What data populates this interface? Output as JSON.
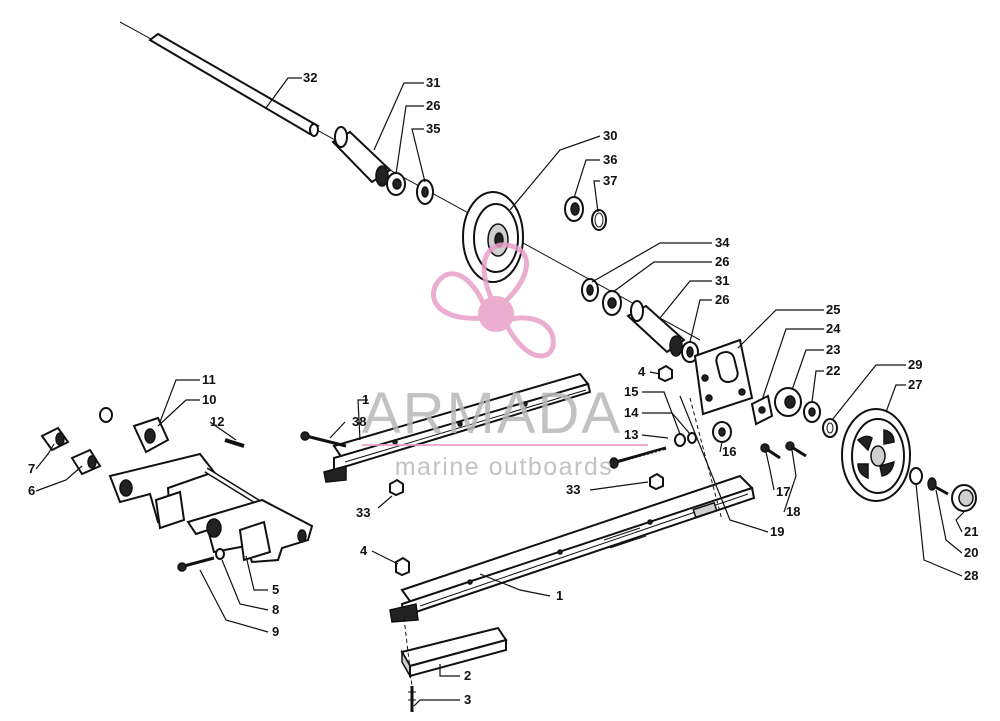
{
  "watermark": {
    "brand": "ARMADA",
    "tagline": "marine outboards",
    "colors": {
      "propeller": "#e8a0c8",
      "text": "#b8b8b8"
    }
  },
  "labels": [
    {
      "id": "l32",
      "text": "32"
    },
    {
      "id": "l31a",
      "text": "31"
    },
    {
      "id": "l26a",
      "text": "26"
    },
    {
      "id": "l35",
      "text": "35"
    },
    {
      "id": "l30",
      "text": "30"
    },
    {
      "id": "l36",
      "text": "36"
    },
    {
      "id": "l37",
      "text": "37"
    },
    {
      "id": "l34",
      "text": "34"
    },
    {
      "id": "l26b",
      "text": "26"
    },
    {
      "id": "l31b",
      "text": "31"
    },
    {
      "id": "l26c",
      "text": "26"
    },
    {
      "id": "l25",
      "text": "25"
    },
    {
      "id": "l24",
      "text": "24"
    },
    {
      "id": "l23",
      "text": "23"
    },
    {
      "id": "l22",
      "text": "22"
    },
    {
      "id": "l29",
      "text": "29"
    },
    {
      "id": "l27",
      "text": "27"
    },
    {
      "id": "l4a",
      "text": "4"
    },
    {
      "id": "l15",
      "text": "15"
    },
    {
      "id": "l14",
      "text": "14"
    },
    {
      "id": "l13",
      "text": "13"
    },
    {
      "id": "l16",
      "text": "16"
    },
    {
      "id": "l17",
      "text": "17"
    },
    {
      "id": "l18",
      "text": "18"
    },
    {
      "id": "l19",
      "text": "19"
    },
    {
      "id": "l21",
      "text": "21"
    },
    {
      "id": "l20",
      "text": "20"
    },
    {
      "id": "l28",
      "text": "28"
    },
    {
      "id": "l11",
      "text": "11"
    },
    {
      "id": "l10",
      "text": "10"
    },
    {
      "id": "l12",
      "text": "12"
    },
    {
      "id": "l1a",
      "text": "1"
    },
    {
      "id": "l38",
      "text": "38"
    },
    {
      "id": "l7",
      "text": "7"
    },
    {
      "id": "l6",
      "text": "6"
    },
    {
      "id": "l33a",
      "text": "33"
    },
    {
      "id": "l33b",
      "text": "33"
    },
    {
      "id": "l4b",
      "text": "4"
    },
    {
      "id": "l1b",
      "text": "1"
    },
    {
      "id": "l5",
      "text": "5"
    },
    {
      "id": "l8",
      "text": "8"
    },
    {
      "id": "l9",
      "text": "9"
    },
    {
      "id": "l2",
      "text": "2"
    },
    {
      "id": "l3",
      "text": "3"
    }
  ]
}
